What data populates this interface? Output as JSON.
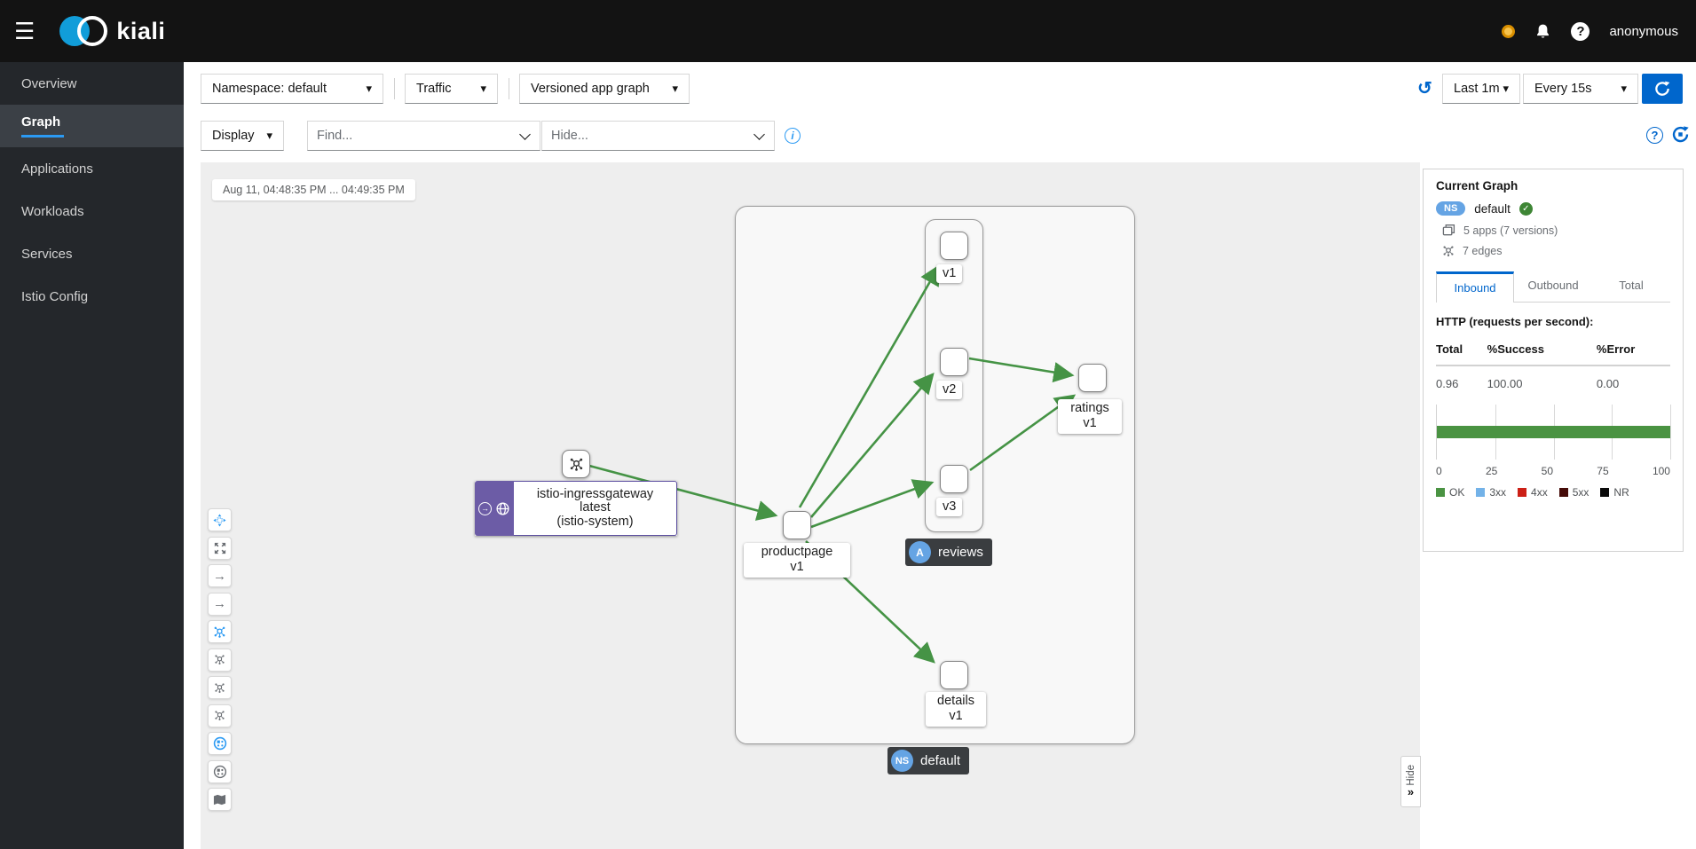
{
  "header": {
    "brand": "kiali",
    "user": "anonymous"
  },
  "sidebar": {
    "items": [
      {
        "label": "Overview"
      },
      {
        "label": "Graph"
      },
      {
        "label": "Applications"
      },
      {
        "label": "Workloads"
      },
      {
        "label": "Services"
      },
      {
        "label": "Istio Config"
      }
    ]
  },
  "toolbar": {
    "namespace_label": "Namespace:",
    "namespace_value": "default",
    "traffic_label": "Traffic",
    "graph_type": "Versioned app graph",
    "display_label": "Display",
    "find_placeholder": "Find...",
    "hide_placeholder": "Hide...",
    "time_range": "Last 1m",
    "refresh_interval": "Every 15s"
  },
  "graph": {
    "time_window": "Aug 11, 04:48:35 PM ... 04:49:35 PM",
    "gateway": {
      "line1": "istio-ingressgateway",
      "line2": "latest",
      "line3": "(istio-system)"
    },
    "labels": {
      "v1": "v1",
      "v2": "v2",
      "v3": "v3",
      "ratings": "ratings\nv1",
      "productpage": "productpage\nv1",
      "details": "details\nv1"
    },
    "app_chip": {
      "badge": "A",
      "label": "reviews"
    },
    "ns_chip": {
      "badge": "NS",
      "label": "default"
    },
    "hide_tab": "Hide"
  },
  "side_panel": {
    "title": "Current Graph",
    "ns_badge": "NS",
    "namespace": "default",
    "apps_summary": "5 apps (7 versions)",
    "edges_summary": "7 edges",
    "tabs": [
      {
        "label": "Inbound"
      },
      {
        "label": "Outbound"
      },
      {
        "label": "Total"
      }
    ],
    "active_tab": "Inbound",
    "http_title": "HTTP (requests per second):",
    "table": {
      "headers": [
        "Total",
        "%Success",
        "%Error"
      ],
      "row": [
        "0.96",
        "100.00",
        "0.00"
      ]
    },
    "chart_data": {
      "type": "bar",
      "orientation": "horizontal",
      "xlim": [
        0,
        100
      ],
      "ticks": [
        "0",
        "25",
        "50",
        "75",
        "100"
      ],
      "series": [
        {
          "name": "OK",
          "value": 100,
          "color": "#4a9342"
        },
        {
          "name": "3xx",
          "value": 0,
          "color": "#73b2e8"
        },
        {
          "name": "4xx",
          "value": 0,
          "color": "#cc2016"
        },
        {
          "name": "5xx",
          "value": 0,
          "color": "#450b08"
        },
        {
          "name": "NR",
          "value": 0,
          "color": "#0a0a0a"
        }
      ]
    }
  },
  "colors": {
    "accent": "#0066cc",
    "active_icon": "#2b9af3",
    "edge_green": "#459345",
    "warning": "#f0ab00"
  }
}
